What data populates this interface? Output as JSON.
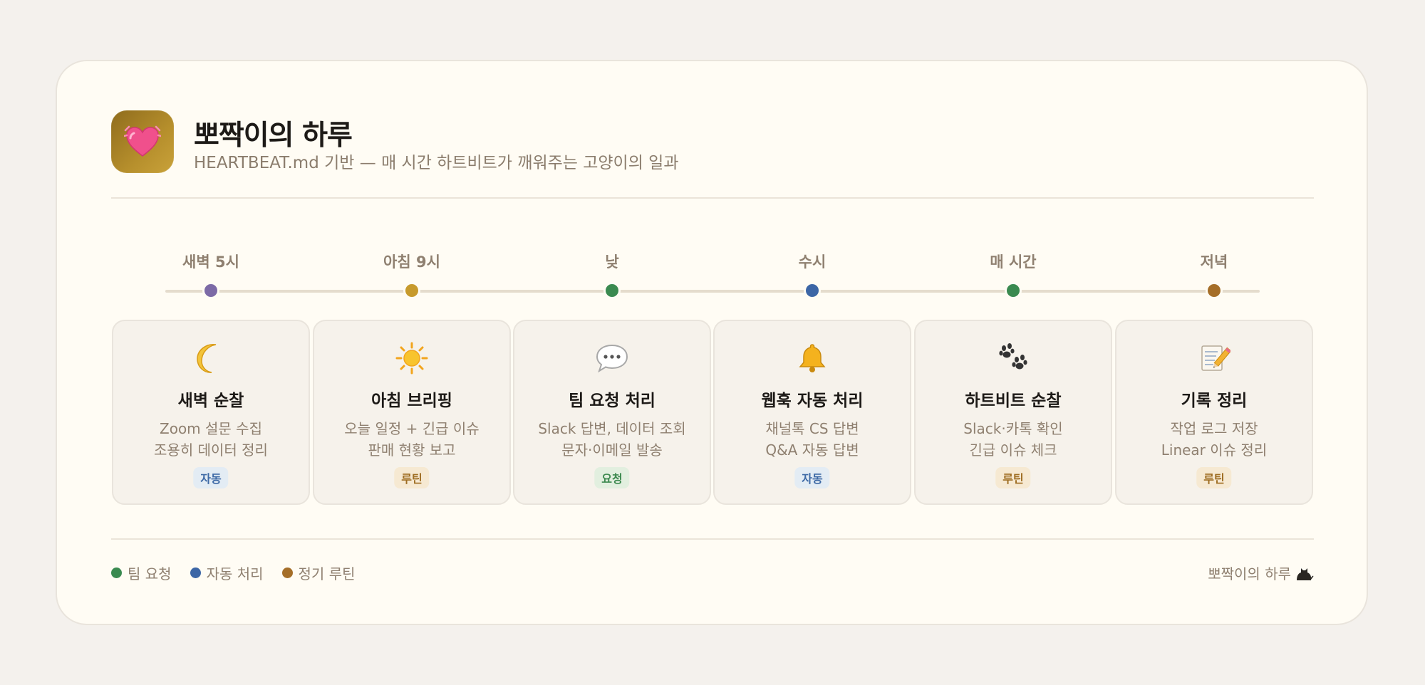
{
  "header": {
    "title": "뽀짝이의 하루",
    "subtitle": "HEARTBEAT.md 기반 — 매 시간 하트비트가 깨워주는 고양이의 일과",
    "icon": "heart-icon"
  },
  "colors": {
    "purple": "#7c6aa6",
    "gold": "#c79a2c",
    "green": "#3a8a50",
    "blue": "#3c66a6",
    "brown": "#a56e28"
  },
  "timeline": [
    {
      "time": "새벽 5시",
      "dot_color": "#7c6aa6",
      "icon": "moon-icon",
      "title": "새벽 순찰",
      "line1": "Zoom 설문 수집",
      "line2": "조용히 데이터 정리",
      "badge": "자동",
      "badge_type": "auto"
    },
    {
      "time": "아침 9시",
      "dot_color": "#c79a2c",
      "icon": "sun-icon",
      "title": "아침 브리핑",
      "line1": "오늘 일정 + 긴급 이슈",
      "line2": "판매 현황 보고",
      "badge": "루틴",
      "badge_type": "routine"
    },
    {
      "time": "낮",
      "dot_color": "#3a8a50",
      "icon": "speech-bubble-icon",
      "title": "팀 요청 처리",
      "line1": "Slack 답변, 데이터 조회",
      "line2": "문자·이메일 발송",
      "badge": "요청",
      "badge_type": "request"
    },
    {
      "time": "수시",
      "dot_color": "#3c66a6",
      "icon": "bell-icon",
      "title": "웹훅 자동 처리",
      "line1": "채널톡 CS 답변",
      "line2": "Q&A 자동 답변",
      "badge": "자동",
      "badge_type": "auto"
    },
    {
      "time": "매 시간",
      "dot_color": "#3a8a50",
      "icon": "paw-prints-icon",
      "title": "하트비트 순찰",
      "line1": "Slack·카톡 확인",
      "line2": "긴급 이슈 체크",
      "badge": "루틴",
      "badge_type": "routine"
    },
    {
      "time": "저녁",
      "dot_color": "#a56e28",
      "icon": "memo-icon",
      "title": "기록 정리",
      "line1": "작업 로그 저장",
      "line2": "Linear 이슈 정리",
      "badge": "루틴",
      "badge_type": "routine"
    }
  ],
  "legend": [
    {
      "label": "팀 요청",
      "color": "#3a8a50"
    },
    {
      "label": "자동 처리",
      "color": "#3c66a6"
    },
    {
      "label": "정기 루틴",
      "color": "#a56e28"
    }
  ],
  "footer": {
    "signature": "뽀짝이의 하루",
    "icon": "cat-icon"
  }
}
